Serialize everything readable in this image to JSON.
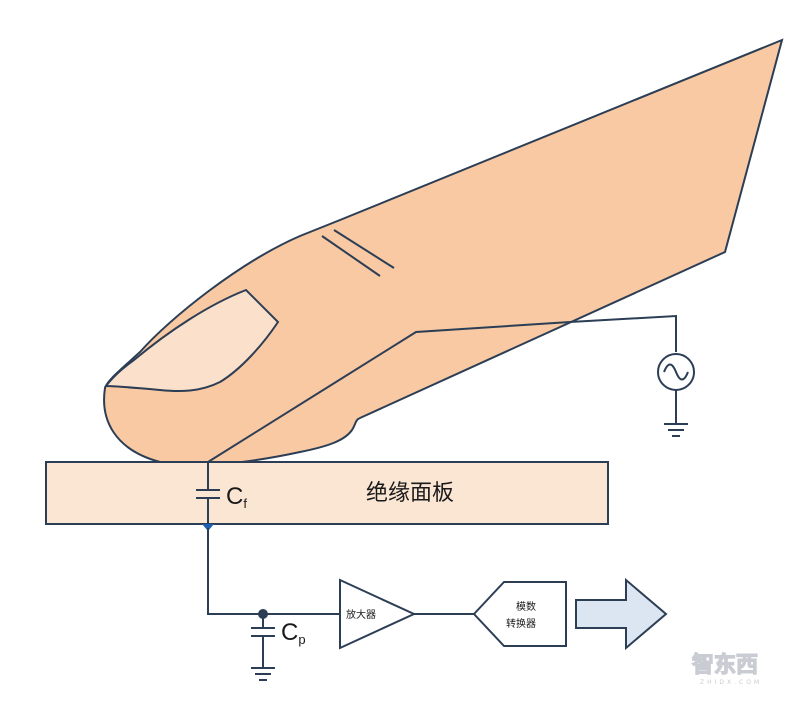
{
  "diagram": {
    "panel_label": "绝缘面板",
    "cf": {
      "main": "C",
      "sub": "f"
    },
    "cp": {
      "main": "C",
      "sub": "p"
    },
    "amplifier_label": "放大器",
    "adc_label": [
      "模数",
      "转换器"
    ],
    "watermark": {
      "logo": "智东西",
      "tagline": "ZHIDX.COM"
    }
  },
  "colors": {
    "skin": "#f8c9a2",
    "nail": "#fbe1cb",
    "panel": "#fbe6d4",
    "line": "#2c3e55",
    "arrow": "#dce6f2",
    "dot": "#1f5fb0"
  }
}
